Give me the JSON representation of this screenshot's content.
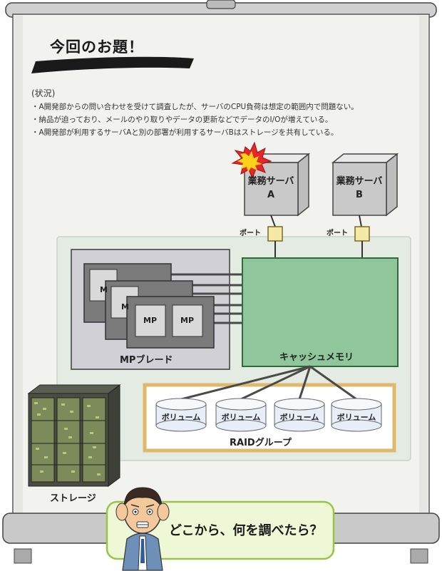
{
  "board": {
    "title": "今回のお題！",
    "situation_label": "(状況)",
    "bullets": [
      "・A開発部からの問い合わせを受けて調査したが、サーバのCPU負荷は想定の範囲内で問題ない。",
      "・納品が迫っており、メールのやり取りやデータの更新などでデータのI/Oが増えている。",
      "・A開発部が利用するサーバAと別の部署が利用するサーバBはストレージを共有している。"
    ]
  },
  "diagram": {
    "server_a": {
      "line1": "業務サーバ",
      "line2": "A"
    },
    "server_b": {
      "line1": "業務サーバ",
      "line2": "B"
    },
    "port_label": "ポート",
    "mp_label": "MP",
    "mp_partial": "M",
    "mp_blade_label": "MPブレード",
    "cache_label": "キャッシュメモリ",
    "volume_label": "ボリューム",
    "raid_label": "RAIDグループ",
    "storage_label": "ストレージ"
  },
  "bubble": {
    "text": "どこから、何を調べたら？"
  },
  "colors": {
    "cache_fill": "#8fc69b",
    "cache_stroke": "#2f6a3a",
    "raid_stroke": "#e0b86a",
    "storage_area": "#e3ebe3",
    "bubble_fill": "#eef7d6",
    "bubble_stroke": "#9bc34a",
    "alert": "#e6262a"
  }
}
